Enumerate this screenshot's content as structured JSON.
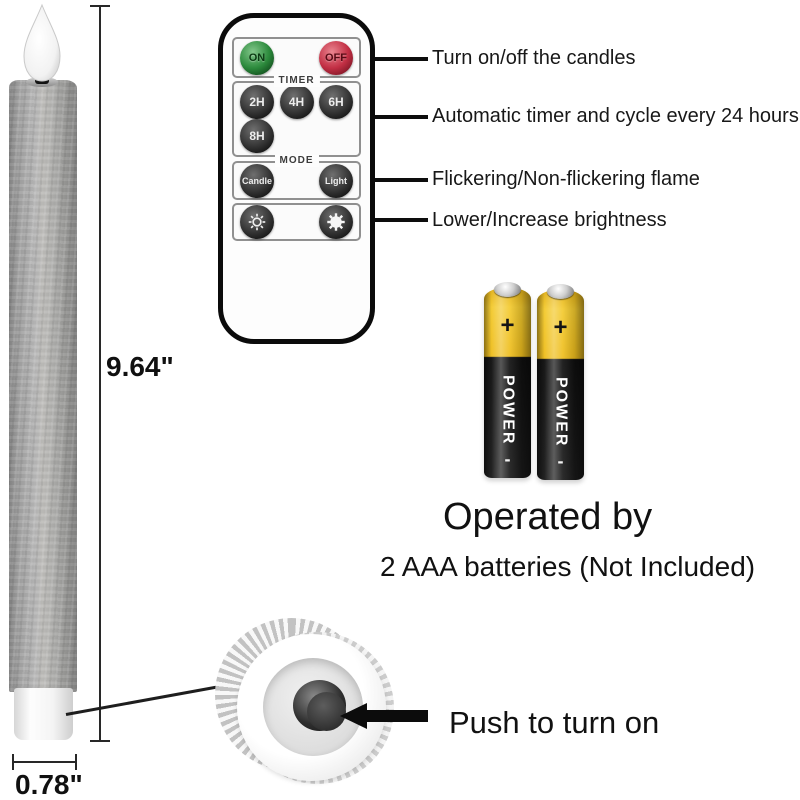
{
  "figure": {
    "background_color": "#ffffff"
  },
  "candle": {
    "height_label": "9.64\"",
    "diameter_label": "0.78\"",
    "body_color": "#a8a8a6",
    "base_color": "#f6f6f6",
    "flame_color": "#fbfbfb"
  },
  "remote": {
    "on_label": "ON",
    "off_label": "OFF",
    "on_color": "#2c8a3c",
    "off_color": "#c22f44",
    "timer_section_label": "TIMER",
    "timer_buttons": [
      "2H",
      "4H",
      "6H",
      "8H"
    ],
    "mode_section_label": "MODE",
    "mode_buttons": [
      "Candle",
      "Light"
    ],
    "brightness_icons": [
      "sun-dim-icon",
      "sun-bright-icon"
    ]
  },
  "annotations": {
    "on_off": "Turn on/off the candles",
    "timer": "Automatic timer and cycle every 24 hours",
    "mode": "Flickering/Non-flickering flame",
    "brightness": "Lower/Increase brightness"
  },
  "batteries": {
    "count": 2,
    "brand": "POWER",
    "plus": "+",
    "minus": "-",
    "yellow_color": "#eebd1c",
    "black_color": "#1a1a1a"
  },
  "power_note": {
    "title": "Operated by",
    "subtitle": "2 AAA batteries (Not Included)"
  },
  "push_note": {
    "label": "Push to turn on"
  }
}
